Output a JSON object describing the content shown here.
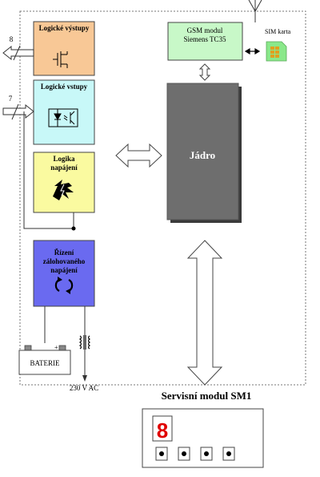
{
  "blocks": {
    "logic_outputs": {
      "title": "Logické výstupy",
      "count": "8",
      "color": "#f8c896"
    },
    "logic_inputs": {
      "title": "Logické vstupy",
      "count": "7",
      "color": "#c8f8f8"
    },
    "power_logic": {
      "title_line1": "Logika",
      "title_line2": "napájení",
      "color": "#fafaa0"
    },
    "backup_control": {
      "title_line1": "Řízení",
      "title_line2": "zálohovaného",
      "title_line3": "napájení",
      "color": "#6a6af0"
    },
    "gsm": {
      "title_line1": "GSM modul",
      "title_line2": "Siemens TC35",
      "color": "#c8f8c8"
    },
    "core": {
      "title": "Jádro",
      "color": "#6e6e6e"
    }
  },
  "sim_label": "SIM karta",
  "battery_label": "BATERIE",
  "ac_label": "230 V AC",
  "service_module": {
    "title": "Servisní modul SM1",
    "digit": "8",
    "digit_color": "#e00000"
  }
}
